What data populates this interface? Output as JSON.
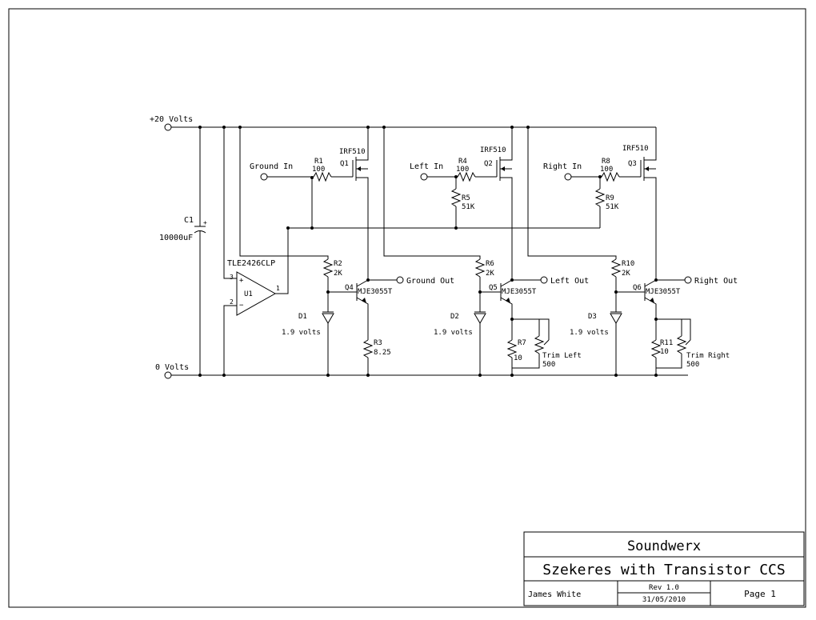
{
  "nets": {
    "supply": "+20 Volts",
    "ground": "0 Volts"
  },
  "capacitor": {
    "ref": "C1",
    "value": "10000uF"
  },
  "regulator": {
    "part": "TLE2426CLP",
    "ref": "U1",
    "pin_plus": "3",
    "pin_minus": "2",
    "pin_out": "1",
    "plus_sign": "+",
    "minus_sign": "−"
  },
  "channels": [
    {
      "input": "Ground In",
      "output": "Ground Out",
      "gate_r_ref": "R1",
      "gate_r_val": "100",
      "mosfet_part": "IRF510",
      "mosfet_ref": "Q1",
      "bias_r_ref": "R2",
      "bias_r_val": "2K",
      "bjt_ref": "Q4",
      "bjt_part": "MJE3055T",
      "diode_ref": "D1",
      "diode_val": "1.9 volts",
      "emit_r_ref": "R3",
      "emit_r_val": "8.25"
    },
    {
      "input": "Left In",
      "output": "Left Out",
      "gate_r_ref": "R4",
      "gate_r_val": "100",
      "pull_r_ref": "R5",
      "pull_r_val": "51K",
      "mosfet_part": "IRF510",
      "mosfet_ref": "Q2",
      "bias_r_ref": "R6",
      "bias_r_val": "2K",
      "bjt_ref": "Q5",
      "bjt_part": "MJE3055T",
      "diode_ref": "D2",
      "diode_val": "1.9 volts",
      "emit_r_ref": "R7",
      "emit_r_val": "10",
      "trim_ref": "Trim Left",
      "trim_val": "500"
    },
    {
      "input": "Right In",
      "output": "Right Out",
      "gate_r_ref": "R8",
      "gate_r_val": "100",
      "pull_r_ref": "R9",
      "pull_r_val": "51K",
      "mosfet_part": "IRF510",
      "mosfet_ref": "Q3",
      "bias_r_ref": "R10",
      "bias_r_val": "2K",
      "bjt_ref": "Q6",
      "bjt_part": "MJE3055T",
      "diode_ref": "D3",
      "diode_val": "1.9 volts",
      "emit_r_ref": "R11",
      "emit_r_val": "10",
      "trim_ref": "Trim Right",
      "trim_val": "500"
    }
  ],
  "title_block": {
    "company": "Soundwerx",
    "title": "Szekeres with Transistor CCS",
    "author": "James White",
    "revision": "Rev 1.0",
    "date": "31/05/2010",
    "page": "Page 1"
  }
}
